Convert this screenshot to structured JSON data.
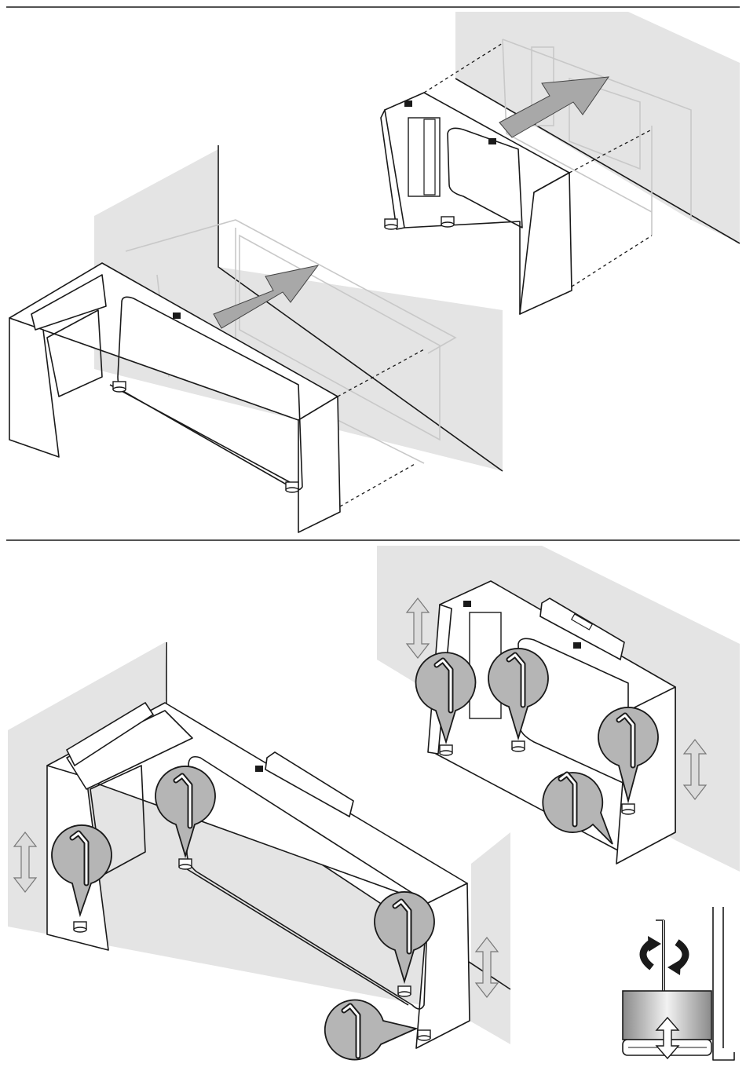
{
  "sections": [
    {
      "id": "step-slide-cabinet-to-wall"
    },
    {
      "id": "step-level-and-adjust-feet"
    }
  ],
  "icons": [
    "dashed-guide-line",
    "push-arrow-icon",
    "allen-key-icon",
    "height-adjust-arrow-icon",
    "rotate-arrow-icon",
    "spirit-level-icon"
  ],
  "colors": {
    "wall": "#e4e4e4",
    "line": "#1a1a1a",
    "arrow": "#a8a8a8",
    "callout": "#b5b5b5"
  }
}
